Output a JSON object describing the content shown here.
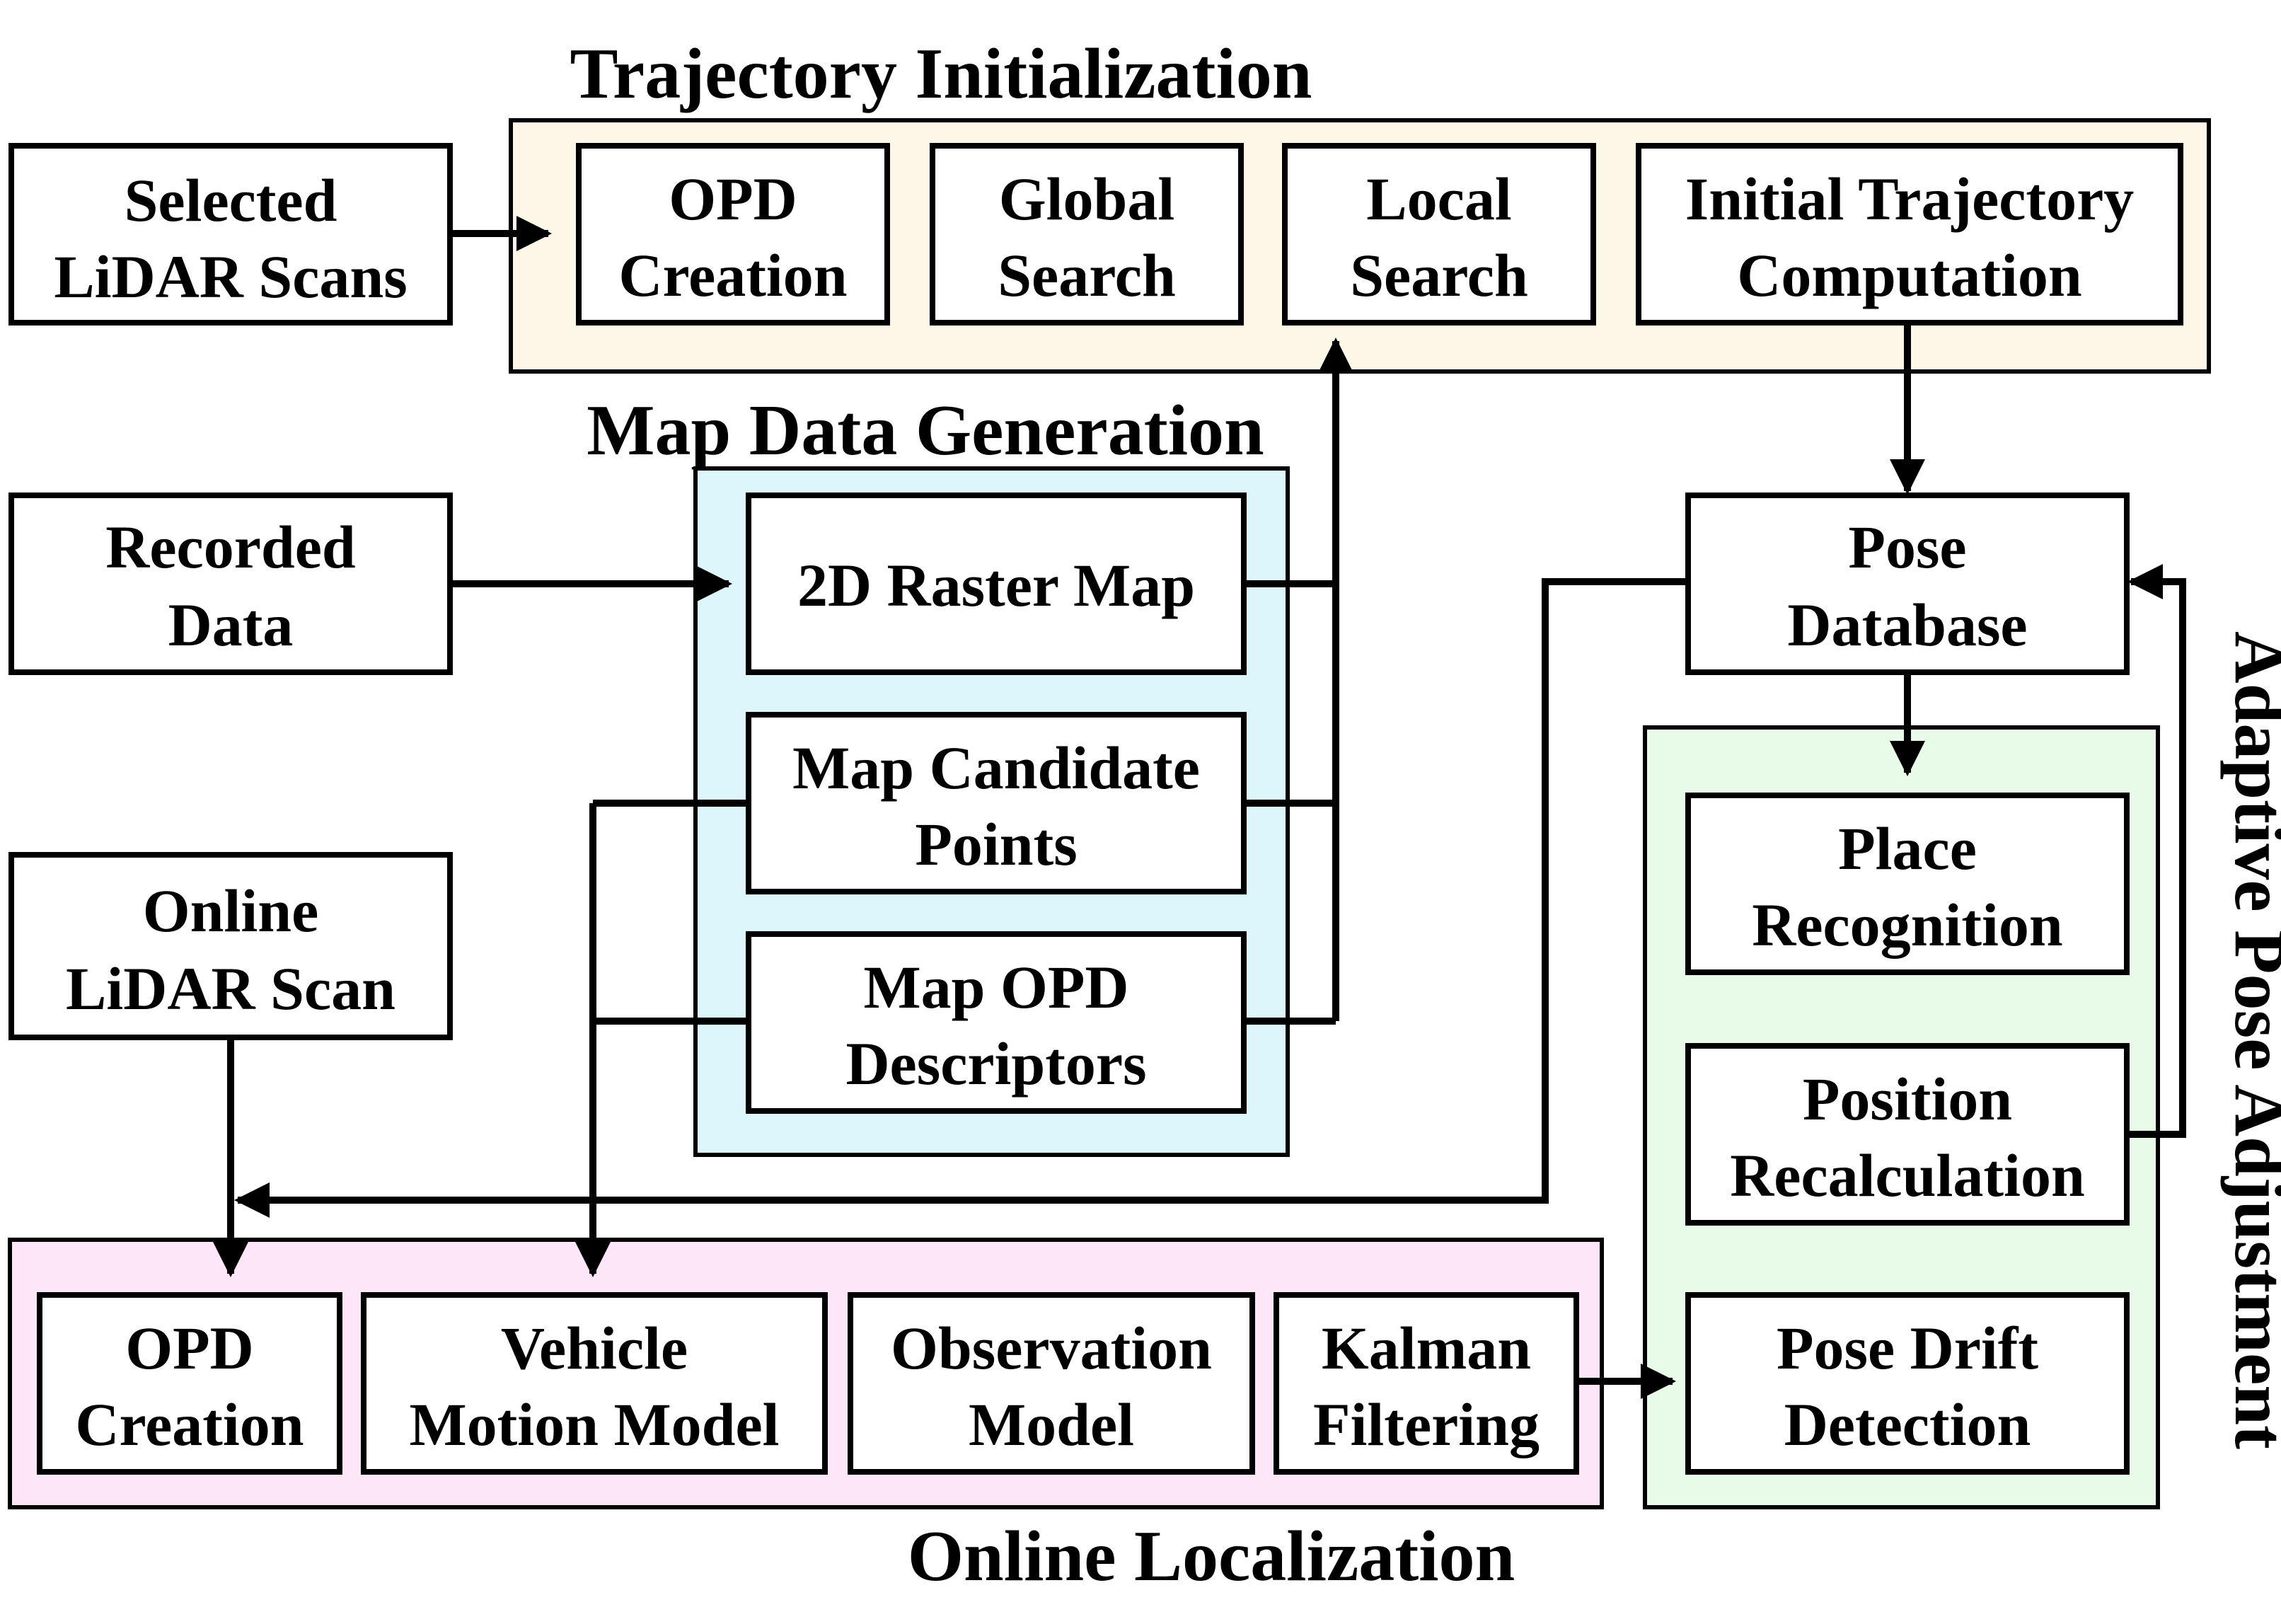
{
  "colors": {
    "trajectory_fill": "#fdf7e8",
    "map_fill": "#dcf6fb",
    "online_fill": "#fde6f8",
    "adaptive_fill": "#e8fae8",
    "box_fill": "#ffffff",
    "stroke": "#000000"
  },
  "groups": {
    "trajectory": {
      "title": "Trajectory Initialization"
    },
    "map": {
      "title": "Map Data Generation"
    },
    "online": {
      "title": "Online Localization"
    },
    "adaptive": {
      "title": "Adaptive Pose Adjustment"
    }
  },
  "inputs": {
    "selected": {
      "line1": "Selected",
      "line2": "LiDAR Scans"
    },
    "recorded": {
      "line1": "Recorded",
      "line2": "Data"
    },
    "online": {
      "line1": "Online",
      "line2": "LiDAR Scan"
    }
  },
  "trajectory": {
    "opd": {
      "line1": "OPD",
      "line2": "Creation"
    },
    "global": {
      "line1": "Global",
      "line2": "Search"
    },
    "local": {
      "line1": "Local",
      "line2": "Search"
    },
    "initial": {
      "line1": "Initial Trajectory",
      "line2": "Computation"
    }
  },
  "map": {
    "raster": {
      "line1": "2D Raster Map"
    },
    "candidate": {
      "line1": "Map Candidate",
      "line2": "Points"
    },
    "descriptors": {
      "line1": "Map OPD",
      "line2": "Descriptors"
    }
  },
  "pose_db": {
    "line1": "Pose",
    "line2": "Database"
  },
  "adaptive": {
    "place": {
      "line1": "Place",
      "line2": "Recognition"
    },
    "position": {
      "line1": "Position",
      "line2": "Recalculation"
    },
    "drift": {
      "line1": "Pose Drift",
      "line2": "Detection"
    }
  },
  "online": {
    "opd": {
      "line1": "OPD",
      "line2": "Creation"
    },
    "vehicle": {
      "line1": "Vehicle",
      "line2": "Motion Model"
    },
    "observation": {
      "line1": "Observation",
      "line2": "Model"
    },
    "kalman": {
      "line1": "Kalman",
      "line2": "Filtering"
    }
  }
}
